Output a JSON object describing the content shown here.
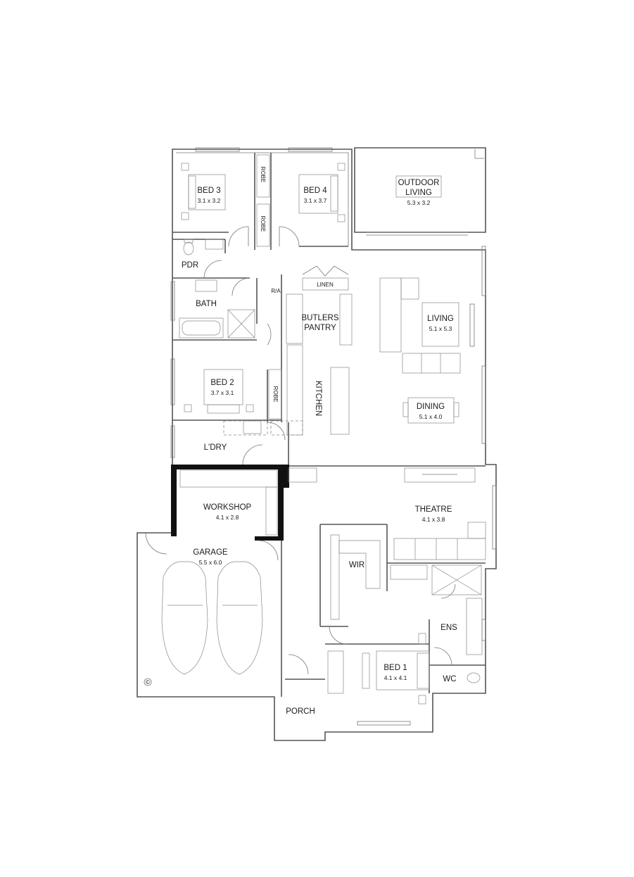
{
  "rooms": {
    "bed3": {
      "name": "BED 3",
      "dims": "3.1 x 3.2"
    },
    "bed4": {
      "name": "BED 4",
      "dims": "3.1 x 3.7"
    },
    "outdoor": {
      "name_line1": "OUTDOOR",
      "name_line2": "LIVING",
      "dims": "5.3 x 3.2"
    },
    "pdr": {
      "name": "PDR"
    },
    "bath": {
      "name": "BATH"
    },
    "linen": {
      "name": "LINEN"
    },
    "ra": {
      "name": "R/A"
    },
    "butlers": {
      "name_line1": "BUTLERS",
      "name_line2": "PANTRY"
    },
    "living": {
      "name": "LIVING",
      "dims": "5.1 x 5.3"
    },
    "bed2": {
      "name": "BED 2",
      "dims": "3.7 x 3.1"
    },
    "kitchen": {
      "name": "KITCHEN"
    },
    "dining": {
      "name": "DINING",
      "dims": "5.1 x 4.0"
    },
    "ldry": {
      "name": "L'DRY"
    },
    "workshop": {
      "name": "WORKSHOP",
      "dims": "4.1 x 2.8"
    },
    "theatre": {
      "name": "THEATRE",
      "dims": "4.1 x 3.8"
    },
    "garage": {
      "name": "GARAGE",
      "dims": "5.5 x 6.0"
    },
    "wir": {
      "name": "WIR"
    },
    "ens": {
      "name": "ENS"
    },
    "bed1": {
      "name": "BED 1",
      "dims": "4.1 x 4.1"
    },
    "wc": {
      "name": "WC"
    },
    "porch": {
      "name": "PORCH"
    }
  },
  "robes": {
    "robe_a": "ROBE",
    "robe_b": "ROBE",
    "robe_c": "ROBE"
  },
  "copyright": "©"
}
